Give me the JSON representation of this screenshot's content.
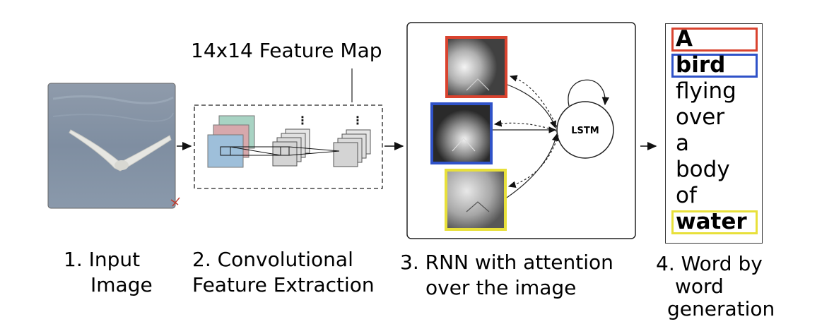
{
  "feature_map_label": "14x14 Feature Map",
  "lstm_label": "LSTM",
  "captions": {
    "step1": [
      "1. Input",
      "Image"
    ],
    "step2": [
      "2. Convolutional",
      "Feature Extraction"
    ],
    "step3": [
      "3. RNN with attention",
      "over the image"
    ],
    "step4": [
      "4. Word by",
      "word",
      "generation"
    ]
  },
  "words": [
    "A",
    "bird",
    "flying",
    "over",
    "a",
    "body",
    "of",
    "water"
  ],
  "highlighted_words": {
    "0": "#d9432f",
    "1": "#2f52c8",
    "7": "#e8e03a"
  },
  "colors": {
    "attention_red": "#d9432f",
    "attention_blue": "#2f52c8",
    "attention_yellow": "#e8e03a"
  }
}
